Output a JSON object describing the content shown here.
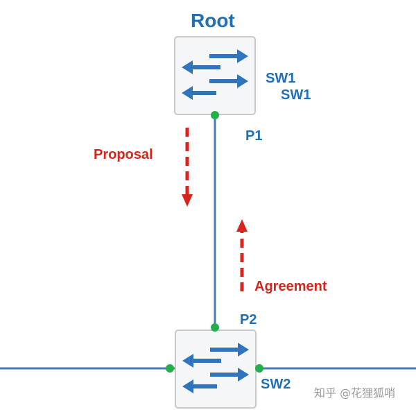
{
  "diagram": {
    "root_label": "Root",
    "sw1_label_a": "SW1",
    "sw1_label_b": "SW1",
    "sw2_label": "SW2",
    "port_p1": "P1",
    "port_p2": "P2",
    "proposal_label": "Proposal",
    "agreement_label": "Agreement"
  },
  "watermark": {
    "text": "知乎 @花狸狐哨"
  },
  "colors": {
    "link": "#4a7ab8",
    "switch_border": "#c9c9c9",
    "switch_fill": "#f4f6f8",
    "arrow_blue": "#2f74bd",
    "port_green": "#22b04a",
    "message_red": "#d9241c",
    "label_blue": "#1f6fb5"
  },
  "icons": [
    "switch-icon",
    "port-dot",
    "dashed-arrow"
  ]
}
